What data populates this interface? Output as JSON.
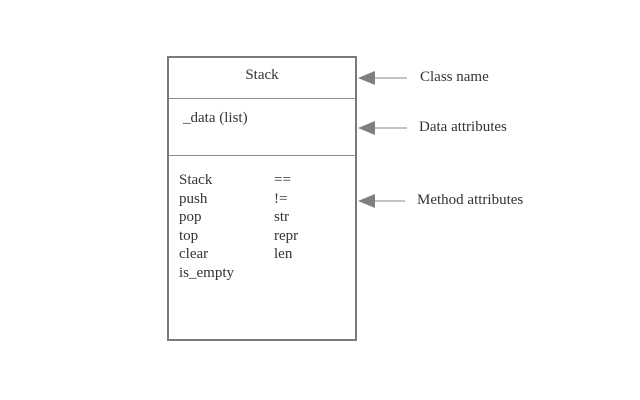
{
  "class": {
    "name": "Stack",
    "data_attributes": [
      "_data (list)"
    ],
    "methods_col1": [
      "Stack",
      "push",
      "pop",
      "top",
      "clear",
      "is_empty"
    ],
    "methods_col2": [
      "==",
      "!=",
      "str",
      "repr",
      "len"
    ]
  },
  "callouts": {
    "class_name": "Class name",
    "data_attributes": "Data attributes",
    "method_attributes": "Method attributes"
  },
  "colors": {
    "box_border": "#7a7a7a",
    "divider": "#8c8c8c",
    "arrow": "#7f7f7f",
    "text": "#333333"
  }
}
